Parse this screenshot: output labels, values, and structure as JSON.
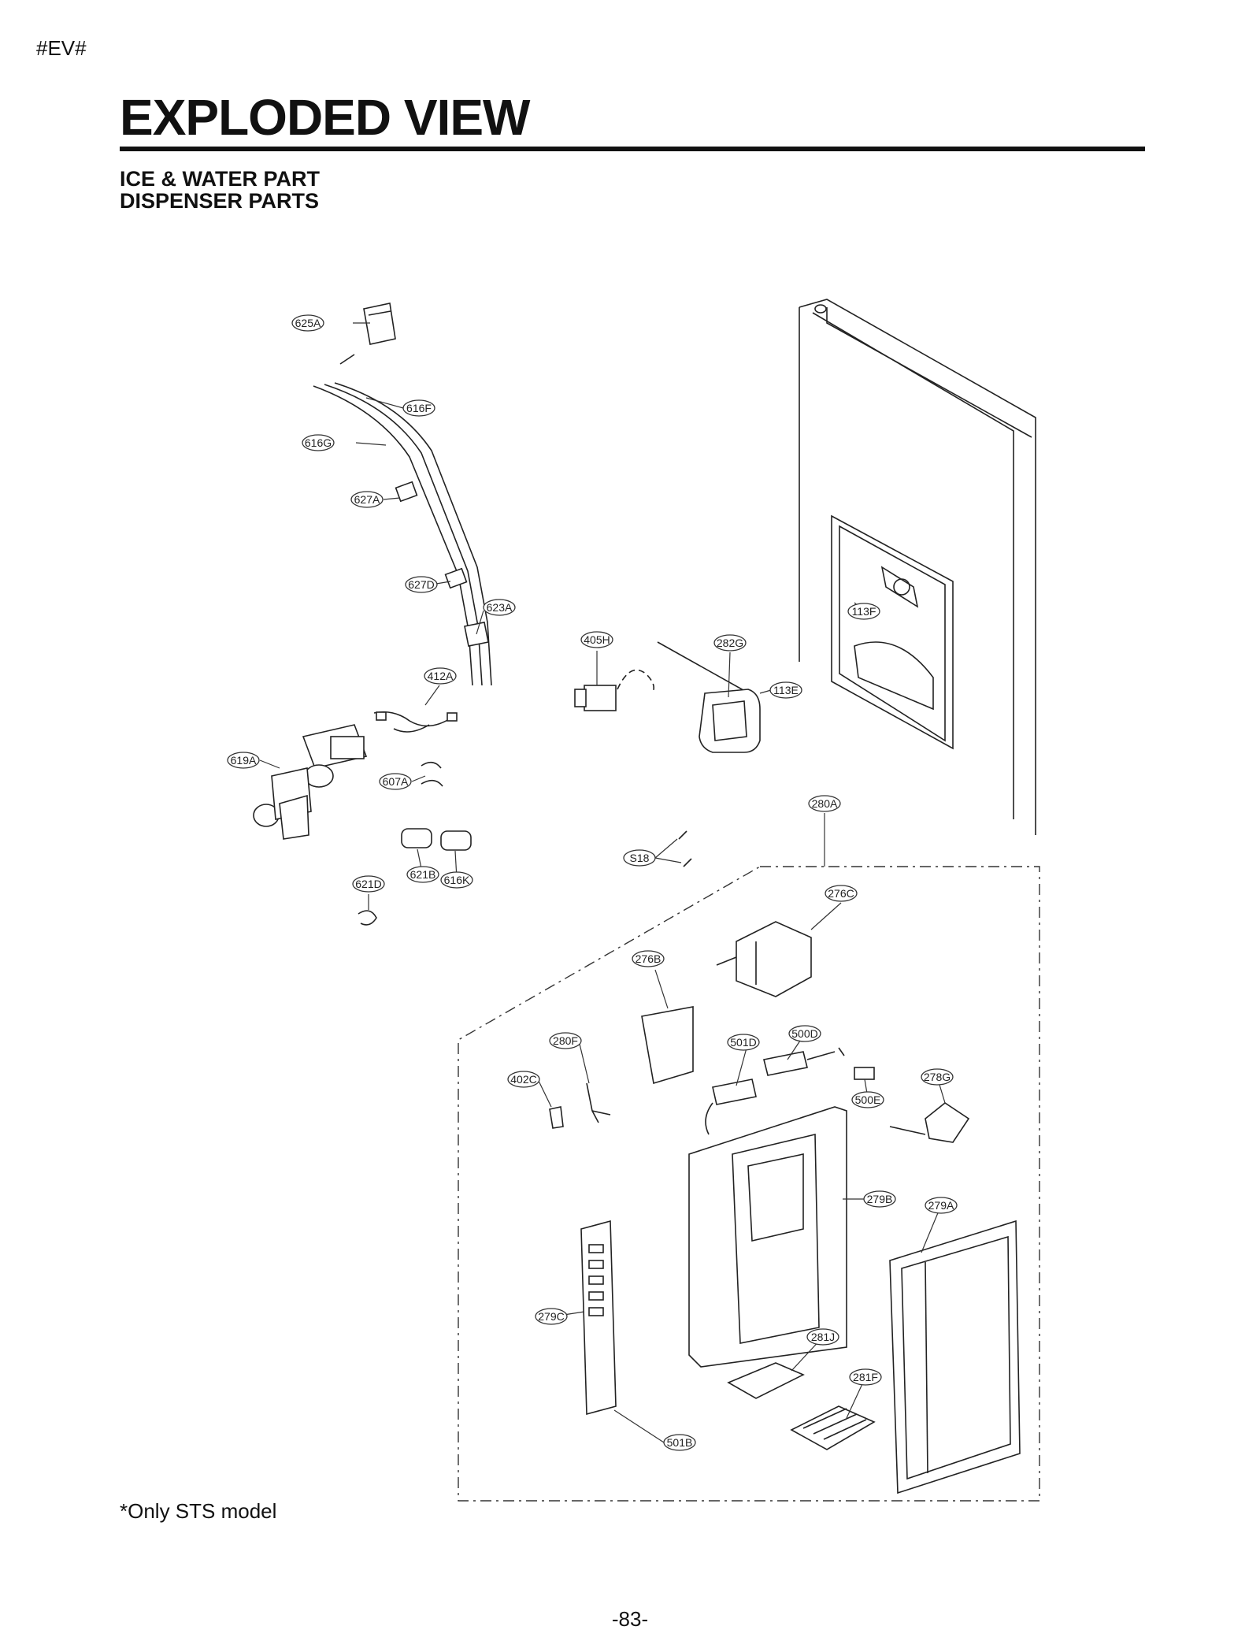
{
  "header": {
    "tag": "#EV#"
  },
  "title": "EXPLODED VIEW",
  "subtitle": [
    "ICE & WATER PART",
    "DISPENSER PARTS"
  ],
  "footnote": "*Only STS model",
  "page_number": "-83-",
  "callouts": [
    "625A",
    "616F",
    "616G",
    "627A",
    "627D",
    "623A",
    "412A",
    "619A",
    "607A",
    "621B",
    "616K",
    "621D",
    "405H",
    "282G",
    "113E",
    "113F",
    "280A",
    "S18",
    "276C",
    "276B",
    "280F",
    "402C",
    "501D",
    "500D",
    "500E",
    "278G",
    "279B",
    "279A",
    "279C",
    "281J",
    "281F",
    "501B"
  ]
}
